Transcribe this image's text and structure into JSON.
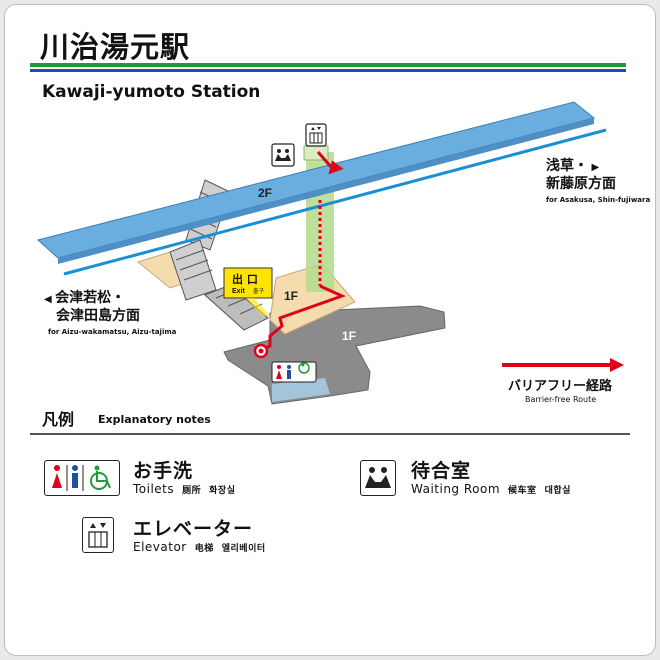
{
  "station": {
    "name_ja": "川治湯元駅",
    "name_en": "Kawaji-yumoto Station"
  },
  "floors": {
    "upper": "2F",
    "middle": "1F",
    "lower": "1F"
  },
  "exit_sign": {
    "label_ja": "出 口",
    "label_en": "Exit",
    "label_ko": "출구"
  },
  "directions": {
    "right": {
      "line1": "浅草・",
      "line2": "新藤原方面",
      "sub": "for Asakusa, Shin-fujiwara"
    },
    "left": {
      "line1": "会津若松・",
      "line2": "会津田島方面",
      "sub": "for Aizu-wakamatsu, Aizu-tajima"
    }
  },
  "route_legend": {
    "label_ja": "バリアフリー経路",
    "label_en": "Barrier-free Route"
  },
  "legend": {
    "heading_ja": "凡例",
    "heading_en": "Explanatory notes",
    "items": [
      {
        "icon": "toilet-icon",
        "name_ja": "お手洗",
        "name_en": "Toilets",
        "name_zh": "厕所",
        "name_ko": "화장실"
      },
      {
        "icon": "waiting-room-icon",
        "name_ja": "待合室",
        "name_en": "Waiting Room",
        "name_zh": "候车室",
        "name_ko": "대합실"
      },
      {
        "icon": "elevator-icon",
        "name_ja": "エレベーター",
        "name_en": "Elevator",
        "name_zh": "电梯",
        "name_ko": "엘리베이터"
      }
    ]
  },
  "colors": {
    "platform": "#6aaee0",
    "concourse": "#f5dcaf",
    "ground": "#8b8b8b",
    "track": "#1a8fd6",
    "route": "#e0001b",
    "elevator_shaft": "#b5d98c",
    "exit_sign": "#ffe400",
    "title_green": "#1f9a3d",
    "title_blue": "#1e4fa3"
  }
}
